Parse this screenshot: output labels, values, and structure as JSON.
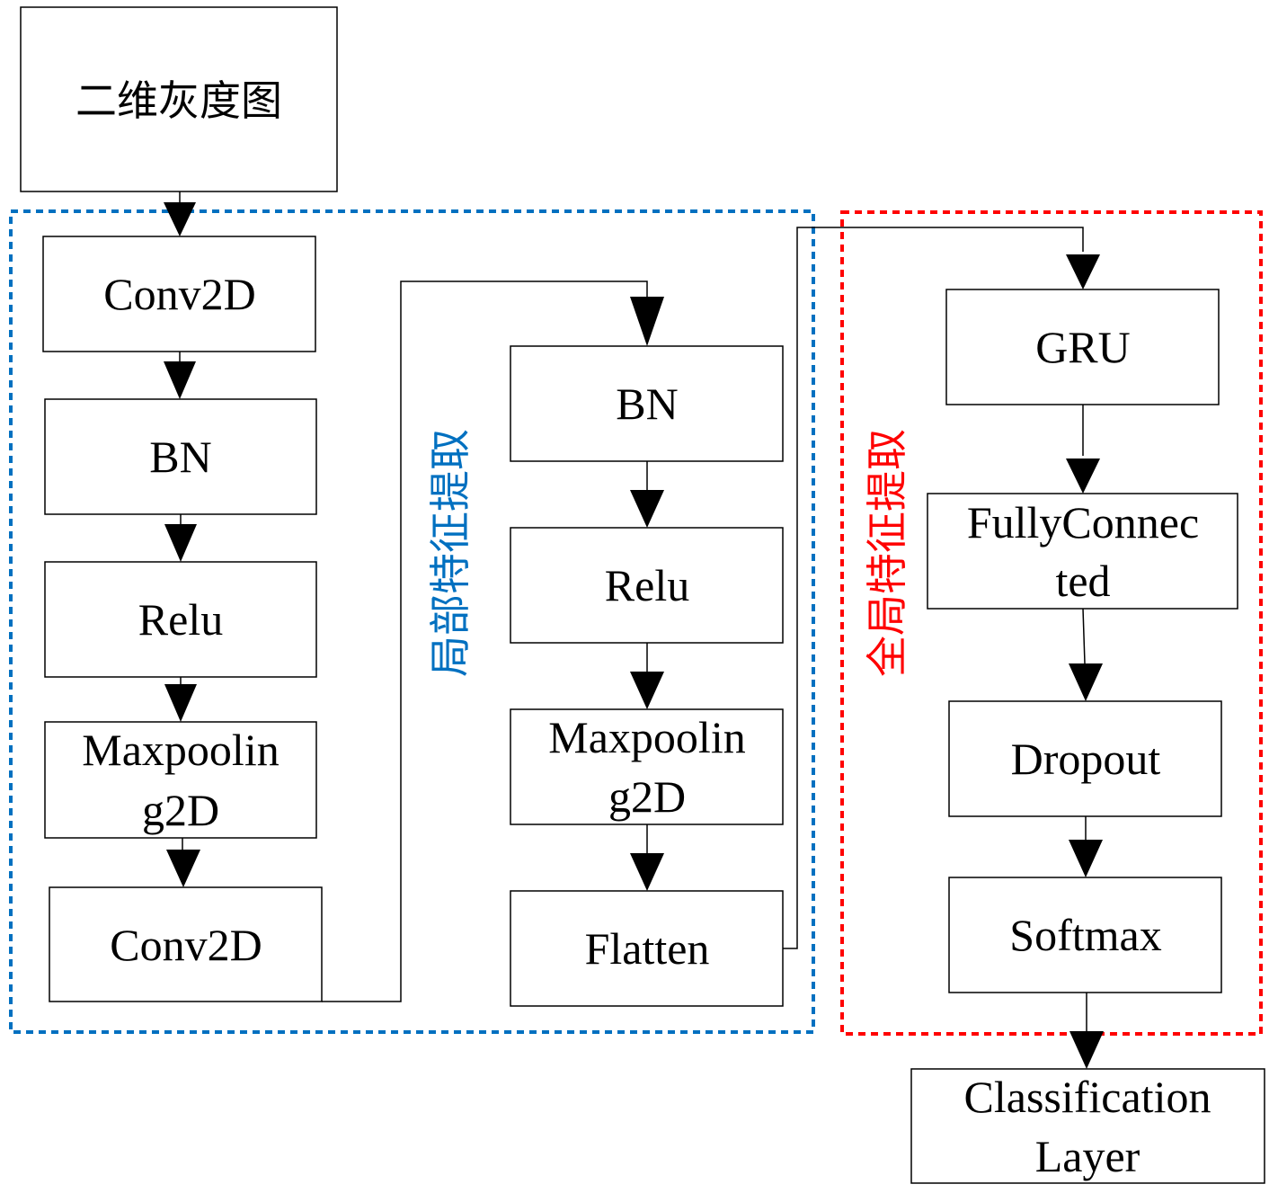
{
  "input": {
    "label": "二维灰度图"
  },
  "local_group": {
    "label": "局部特征提取",
    "color": "#0070c0"
  },
  "global_group": {
    "label": "全局特征提取",
    "color": "#ff0000"
  },
  "left_column": [
    {
      "lines": [
        "Conv2D"
      ]
    },
    {
      "lines": [
        "BN"
      ]
    },
    {
      "lines": [
        "Relu"
      ]
    },
    {
      "lines": [
        "Maxpoolin",
        "g2D"
      ]
    },
    {
      "lines": [
        "Conv2D"
      ]
    }
  ],
  "middle_column": [
    {
      "lines": [
        "BN"
      ]
    },
    {
      "lines": [
        "Relu"
      ]
    },
    {
      "lines": [
        "Maxpoolin",
        "g2D"
      ]
    },
    {
      "lines": [
        "Flatten"
      ]
    }
  ],
  "right_column": [
    {
      "lines": [
        "GRU"
      ]
    },
    {
      "lines": [
        "FullyConnec",
        "ted"
      ]
    },
    {
      "lines": [
        "Dropout"
      ]
    },
    {
      "lines": [
        "Softmax"
      ]
    }
  ],
  "output": {
    "lines": [
      "Classification",
      "Layer"
    ]
  }
}
